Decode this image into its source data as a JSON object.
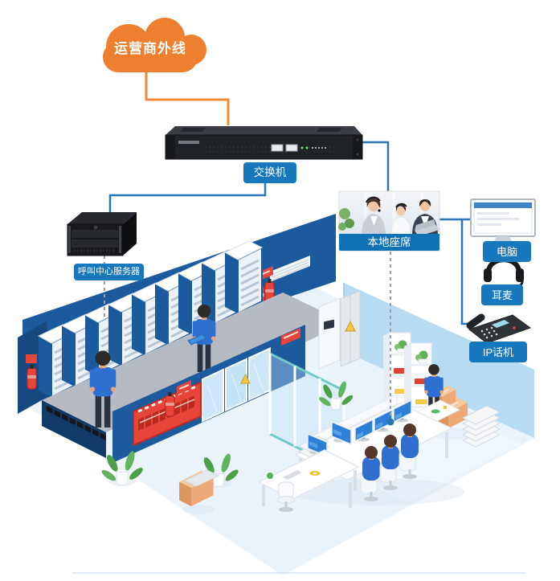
{
  "colors": {
    "accent-orange": "#ED7D31",
    "line-orange": "#F08A35",
    "label-blue": "#1878BE",
    "banner-blue": "#1270B4",
    "line-blue": "#2E75B6",
    "line-gray": "#99A0A8",
    "wall-dark-blue": "#1C5A9E",
    "wall-darker-blue": "#16497F",
    "wall-light-blue": "#B7DBF2",
    "glass-blue": "#CFE8F7",
    "floor-gray": "#B5BAC3",
    "floor-light": "#EAF3FA",
    "alert-red": "#E8453A",
    "people-blue": "#2F6FD0",
    "box-orange": "#EDA977",
    "plant-green": "#5FAE57"
  },
  "diagram": {
    "cloud": {
      "label": "运营商外线"
    },
    "switch": {
      "label": "交换机"
    },
    "server": {
      "label": "呼叫中心服务器"
    },
    "local_agents": {
      "label": "本地座席"
    },
    "computer": {
      "label": "电脑"
    },
    "headset": {
      "label": "耳麦"
    },
    "ip_phone": {
      "label": "IP话机"
    }
  }
}
